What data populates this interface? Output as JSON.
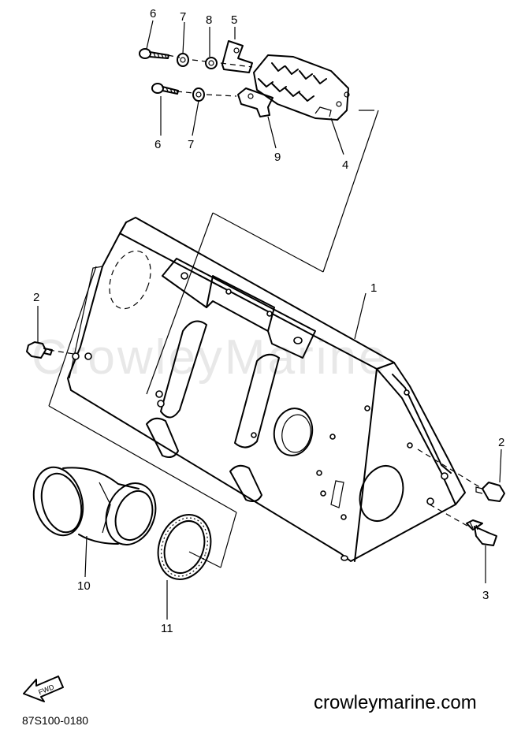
{
  "watermark": "CrowleyMarine",
  "website": "crowleymarine.com",
  "diagram_code": "87S100-0180",
  "fwd_label": "FWD",
  "callouts": {
    "c6a": "6",
    "c7a": "7",
    "c8": "8",
    "c5": "5",
    "c6b": "6",
    "c7b": "7",
    "c9": "9",
    "c4": "4",
    "c1": "1",
    "c2a": "2",
    "c2b": "2",
    "c3": "3",
    "c10": "10",
    "c11": "11"
  }
}
